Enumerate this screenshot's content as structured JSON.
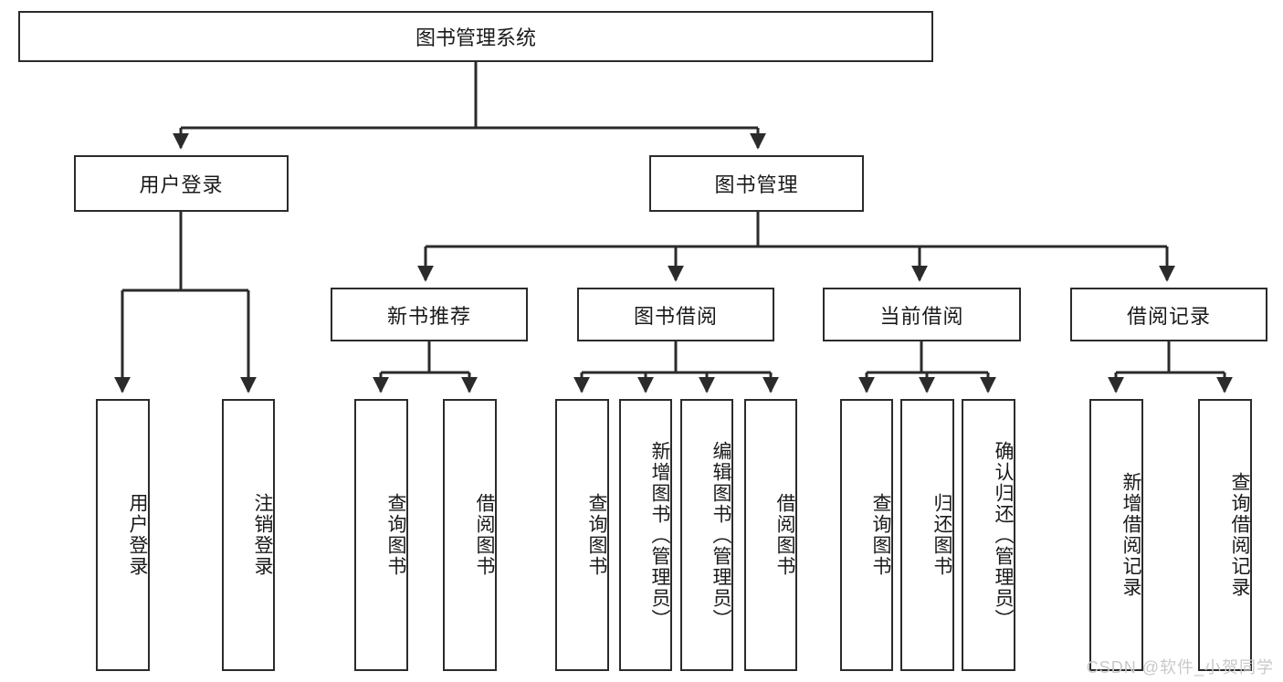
{
  "diagram": {
    "type": "tree",
    "title": "图书管理系统",
    "orientation": "top-down",
    "root": {
      "id": "root",
      "label": "图书管理系统"
    },
    "level2": [
      {
        "id": "user-login",
        "label": "用户登录"
      },
      {
        "id": "book-manage",
        "label": "图书管理"
      }
    ],
    "level3": [
      {
        "id": "new-book-rec",
        "label": "新书推荐",
        "parent": "book-manage"
      },
      {
        "id": "book-borrow",
        "label": "图书借阅",
        "parent": "book-manage"
      },
      {
        "id": "current-borrow",
        "label": "当前借阅",
        "parent": "book-manage"
      },
      {
        "id": "borrow-record",
        "label": "借阅记录",
        "parent": "book-manage"
      }
    ],
    "leaves": [
      {
        "id": "leaf-user-login",
        "label": "用户登录",
        "parent": "user-login"
      },
      {
        "id": "leaf-logout-login",
        "label": "注销登录",
        "parent": "user-login"
      },
      {
        "id": "leaf-query-book-1",
        "label": "查询图书",
        "parent": "new-book-rec"
      },
      {
        "id": "leaf-borrow-book-1",
        "label": "借阅图书",
        "parent": "new-book-rec"
      },
      {
        "id": "leaf-query-book-2",
        "label": "查询图书",
        "parent": "book-borrow"
      },
      {
        "id": "leaf-add-book",
        "label": "新增图书（管理员）",
        "parent": "book-borrow"
      },
      {
        "id": "leaf-edit-book",
        "label": "编辑图书（管理员）",
        "parent": "book-borrow"
      },
      {
        "id": "leaf-borrow-book-2",
        "label": "借阅图书",
        "parent": "book-borrow"
      },
      {
        "id": "leaf-query-book-3",
        "label": "查询图书",
        "parent": "current-borrow"
      },
      {
        "id": "leaf-return-book",
        "label": "归还图书",
        "parent": "current-borrow"
      },
      {
        "id": "leaf-confirm-return",
        "label": "确认归还（管理员）",
        "parent": "current-borrow"
      },
      {
        "id": "leaf-add-record",
        "label": "新增借阅记录",
        "parent": "borrow-record"
      },
      {
        "id": "leaf-query-record",
        "label": "查询借阅记录",
        "parent": "borrow-record"
      }
    ]
  },
  "watermark": {
    "text": "CSDN @软件_小贺同学"
  },
  "colors": {
    "stroke": "#2b2b2b",
    "fill": "#ffffff",
    "text": "#1a1a1a",
    "watermark": "#c9c9c9"
  }
}
